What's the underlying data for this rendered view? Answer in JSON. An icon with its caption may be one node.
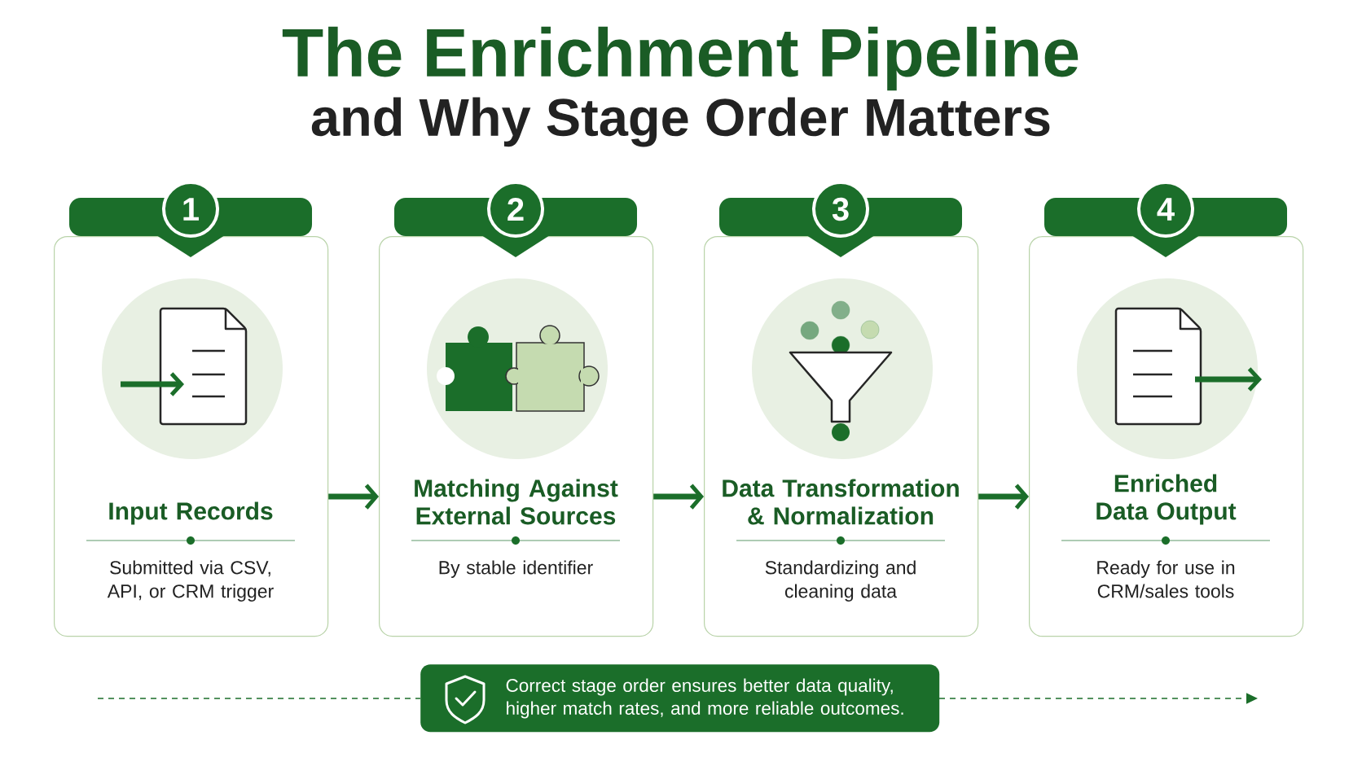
{
  "diagram": {
    "title": "The Enrichment Pipeline",
    "nodes": [
      {
        "text": [
          "1",
          "Input Records",
          "Submitted via CSV, API, or CRM trigger"
        ]
      },
      {
        "text": [
          "2",
          "Matching Against External Sources",
          "By stable identifier"
        ]
      },
      {
        "text": [
          "3",
          "Data Transformation & Normalization",
          "Standardizing and cleaning data"
        ]
      },
      {
        "text": [
          "4",
          "Enriched Data Output",
          "Ready for use in CRM/sales tools"
        ]
      },
      {
        "text": [
          "Correct stage order ensures better data quality, higher match rates, and more reliable outcomes."
        ]
      }
    ],
    "edges": [
      {
        "from": 0,
        "to": 1,
        "arrow": "to"
      },
      {
        "from": 1,
        "to": 2,
        "arrow": "to"
      },
      {
        "from": 2,
        "to": 3,
        "arrow": "to"
      }
    ],
    "labels": [
      "and Why Stage Order Matters"
    ]
  }
}
